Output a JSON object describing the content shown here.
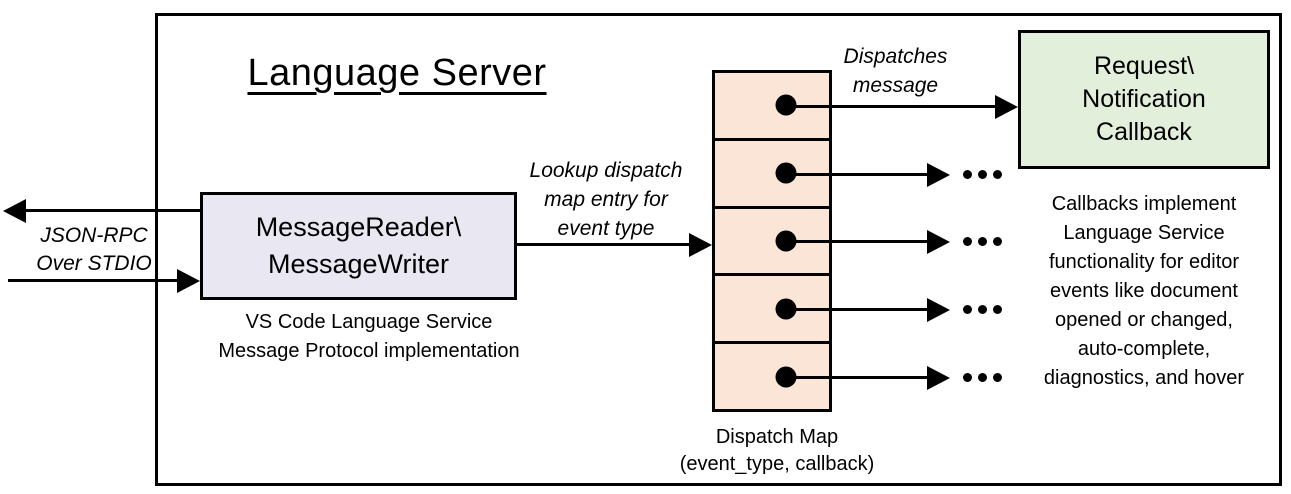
{
  "diagram": {
    "title": "Language Server",
    "io_label": "JSON-RPC\nOver STDIO",
    "reader_box": {
      "label": "MessageReader\\\nMessageWriter",
      "caption": "VS Code Language Service\nMessage Protocol implementation"
    },
    "lookup_label": "Lookup dispatch\nmap entry for\nevent type",
    "dispatches_label": "Dispatches\nmessage",
    "dispatch_map": {
      "cell_count": "5",
      "ellipsis": "...",
      "label": "Dispatch Map\n(event_type, callback)"
    },
    "callback_box": {
      "label": "Request\\\nNotification\nCallback"
    },
    "callbacks_note": "Callbacks implement\nLanguage Service\nfunctionality for editor\nevents like document\nopened or changed,\nauto-complete,\ndiagnostics, and hover"
  },
  "colors": {
    "reader_fill": "#E9E8F2",
    "map_fill": "#FBE5D6",
    "callback_fill": "#E2EFDA",
    "line": "#000000"
  }
}
